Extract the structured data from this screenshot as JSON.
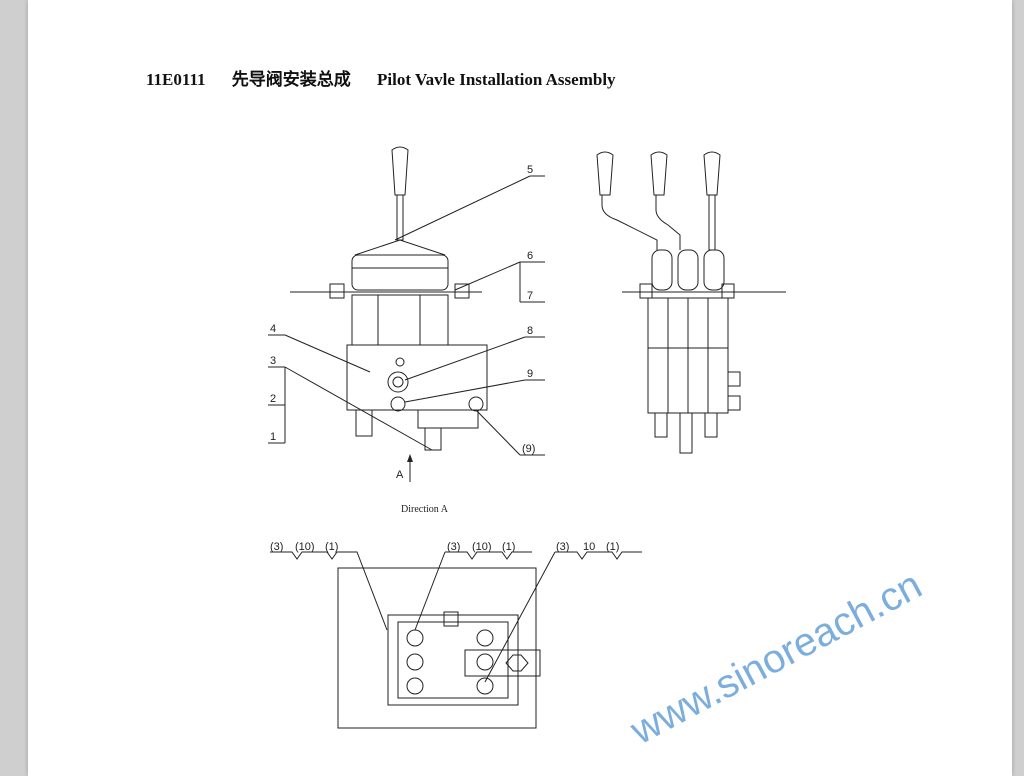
{
  "title": {
    "code": "11E0111",
    "chinese": "先导阀安装总成",
    "english": "Pilot Vavle Installation Assembly"
  },
  "drawing": {
    "callouts": [
      "5",
      "6",
      "7",
      "8",
      "4",
      "3",
      "9",
      "2",
      "1",
      "(9)"
    ],
    "direction_arrow_label": "A",
    "direction_caption": "Direction A",
    "bottom_callouts": [
      {
        "a": "(3)",
        "b": "(10)",
        "c": "(1)"
      },
      {
        "a": "(3)",
        "b": "(10)",
        "c": "(1)"
      },
      {
        "a": "(3)",
        "b": "10",
        "c": "(1)"
      }
    ]
  },
  "watermark": "www.sinoreach.cn"
}
